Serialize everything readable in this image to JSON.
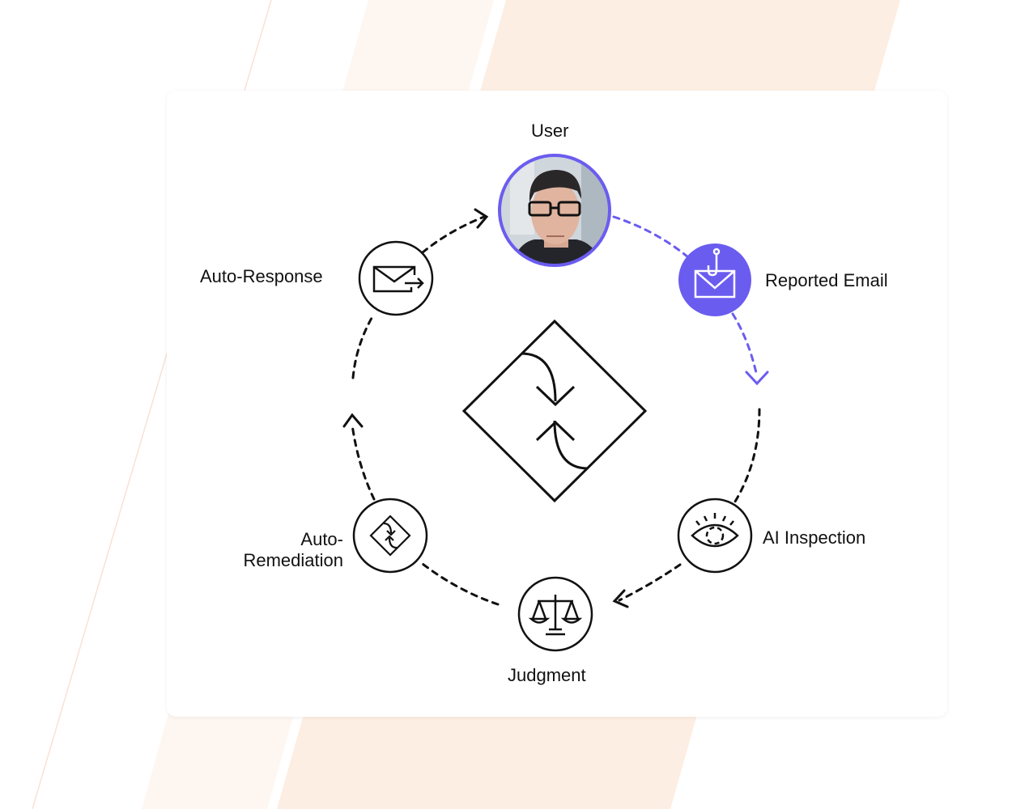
{
  "diagram": {
    "nodes": {
      "user": {
        "label": "User",
        "icon": "user-avatar-photo"
      },
      "reported_email": {
        "label": "Reported Email",
        "icon": "phish-hook-envelope-icon"
      },
      "ai_inspection": {
        "label": "AI Inspection",
        "icon": "eye-icon"
      },
      "judgment": {
        "label": "Judgment",
        "icon": "scales-icon"
      },
      "auto_remediation": {
        "label_line1": "Auto-",
        "label_line2": "Remediation",
        "icon": "remediation-diamond-icon"
      },
      "auto_response": {
        "label": "Auto-Response",
        "icon": "envelope-send-icon"
      }
    },
    "center_icon": "remediation-diamond-icon"
  },
  "colors": {
    "accent": "#6b5cf0",
    "line": "#111111",
    "background_stripe": "#fdeee3"
  }
}
